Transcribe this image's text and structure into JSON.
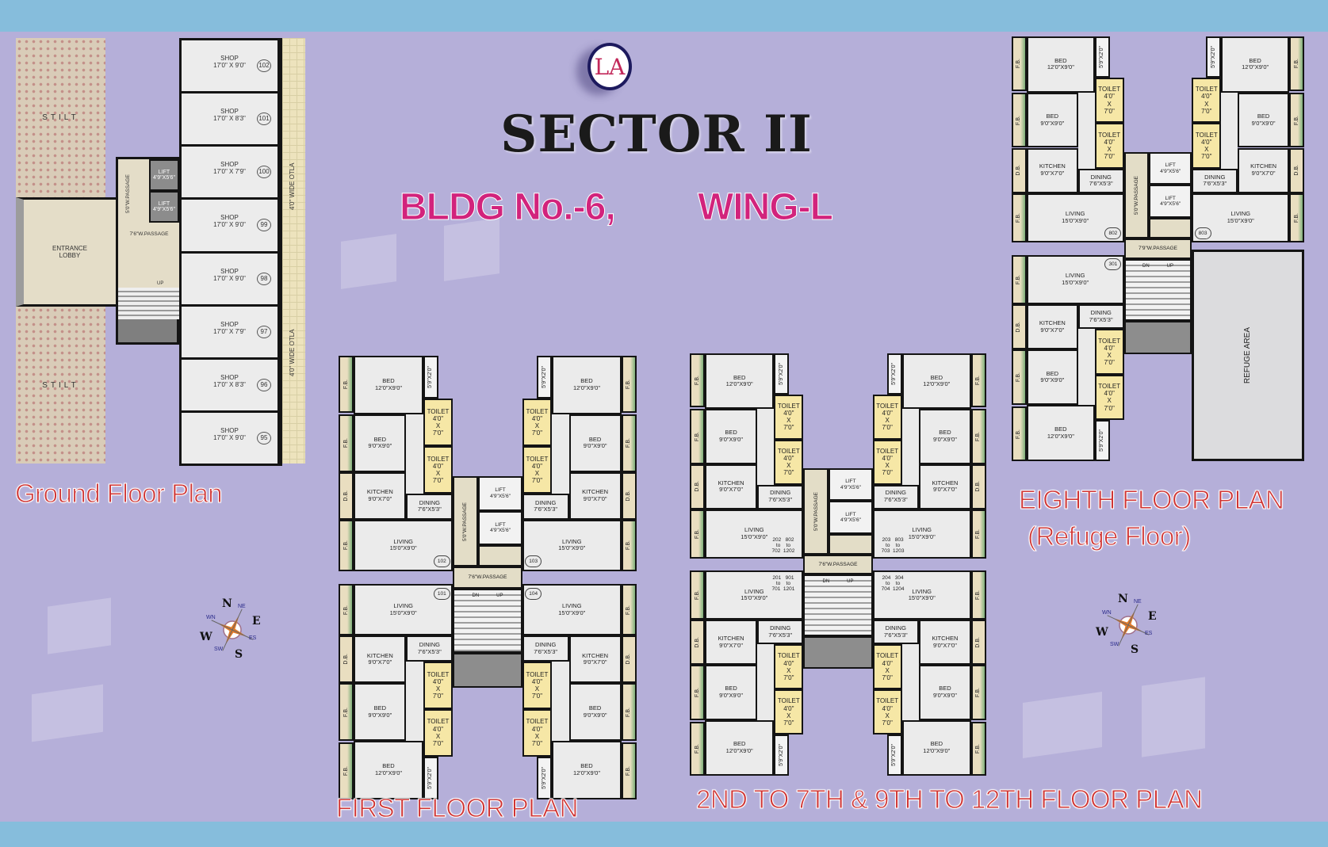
{
  "header": {
    "logo_text": "LA",
    "title": "SECTOR II",
    "bldg": "BLDG No.-6,",
    "wing": "WING-L"
  },
  "colors": {
    "background": "#b5afd9",
    "band": "#86bddc",
    "title_magenta": "#d2237c",
    "label_red": "#cf3434",
    "toilet_fill": "#f6e7a6",
    "wall": "#141414"
  },
  "ground_floor": {
    "label": "Ground Floor Plan",
    "stilt_top": "STILT",
    "stilt_bottom": "STILT",
    "entrance_lobby": "ENTRANCE LOBBY",
    "passage_5": "5'0\"W.PASSAGE",
    "passage_main": "7'6\"W.PASSAGE",
    "lift": {
      "name": "LIFT",
      "size": "4'9\"X5'6\""
    },
    "stair_up": "UP",
    "otla": "4'0\" WIDE OTLA",
    "shops": [
      {
        "name": "SHOP",
        "size": "17'0\" X 9'0\"",
        "number": "102"
      },
      {
        "name": "SHOP",
        "size": "17'0\" X 8'3\"",
        "number": "101"
      },
      {
        "name": "SHOP",
        "size": "17'0\" X 7'9\"",
        "number": "100"
      },
      {
        "name": "SHOP",
        "size": "17'0\" X 9'0\"",
        "number": "99"
      },
      {
        "name": "SHOP",
        "size": "17'0\" X 9'0\"",
        "number": "98"
      },
      {
        "name": "SHOP",
        "size": "17'0\" X 7'9\"",
        "number": "97"
      },
      {
        "name": "SHOP",
        "size": "17'0\" X 8'3\"",
        "number": "96"
      },
      {
        "name": "SHOP",
        "size": "17'0\" X 9'0\"",
        "number": "95"
      }
    ]
  },
  "rooms": {
    "bed_master": {
      "name": "BED",
      "size": "12'0\"X9'0\""
    },
    "bed": {
      "name": "BED",
      "size": "9'0\"X9'0\""
    },
    "kitchen": {
      "name": "KITCHEN",
      "size": "9'0\"X7'0\""
    },
    "dining": {
      "name": "DINING",
      "size": "7'6\"X5'3\""
    },
    "living": {
      "name": "LIVING",
      "size": "15'0\"X9'0\""
    },
    "toilet": {
      "name": "TOILET",
      "size": "4'0\"\nX\n7'0\""
    },
    "duct": {
      "name": "5'9\"X2'0\""
    },
    "fb": {
      "name": "F.B."
    },
    "db": {
      "name": "D.B."
    },
    "lift": {
      "name": "LIFT",
      "size": "4'9\"X5'6\""
    },
    "passage_5": "5'0\"W.PASSAGE",
    "stair_dn": "DN",
    "stair_up": "UP"
  },
  "first_floor": {
    "label": "FIRST FLOOR PLAN",
    "passage_main": "7'6\"W.PASSAGE",
    "units": {
      "tl": [
        "102"
      ],
      "bl": [
        "101"
      ],
      "tr": [
        "103"
      ],
      "br": [
        "104"
      ]
    }
  },
  "typical_floor": {
    "label": "2ND TO 7TH & 9TH TO 12TH FLOOR PLAN",
    "passage_main": "7'6\"W.PASSAGE",
    "units": {
      "tl": [
        "202   802",
        "to    to",
        "702  1202"
      ],
      "bl": [
        "201   901",
        "to    to",
        "701  1201"
      ],
      "tr": [
        "203   803",
        "to    to",
        "703  1203"
      ],
      "br": [
        "204   304",
        "to    to",
        "704  1204"
      ]
    }
  },
  "eighth_floor": {
    "label": "EIGHTH FLOOR PLAN",
    "sublabel": "(Refuge Floor)",
    "passage_main": "7'9\"W.PASSAGE",
    "refuge": "REFUGE AREA",
    "units": {
      "tl": [
        "802"
      ],
      "bl": [
        "301"
      ],
      "tr": [
        "803"
      ]
    }
  },
  "compass": {
    "n": "N",
    "e": "E",
    "s": "S",
    "w": "W",
    "ne": "NE",
    "nw": "WN",
    "se": "ES",
    "sw": "SW"
  }
}
